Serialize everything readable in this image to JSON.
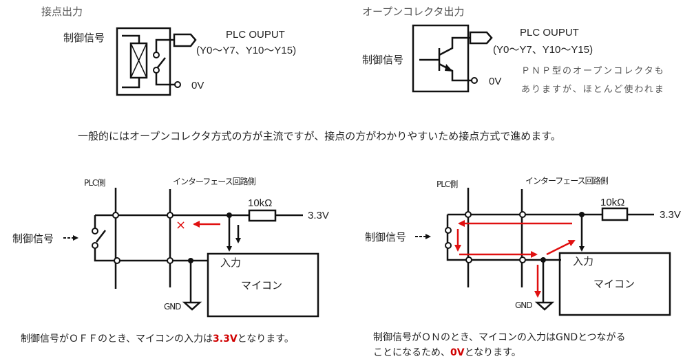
{
  "contact_output": {
    "title": "接点出力",
    "control_signal": "制御信号",
    "plc_output": "PLC OUPUT",
    "range": "(Y0〜Y7、Y10〜Y15)",
    "zero_v": "0V"
  },
  "open_collector_output": {
    "title": "オープンコレクタ出力",
    "control_signal": "制御信号",
    "plc_output": "PLC OUPUT",
    "range": "(Y0〜Y7、Y10〜Y15)",
    "zero_v": "0V",
    "note_line1": "ＰＮＰ型のオープンコレクタも",
    "note_line2": "ありますが、ほとんど使われま"
  },
  "summary": "一般的にはオープンコレクタ方式の方が主流ですが、接点の方がわかりやすいため接点方式で進めます。",
  "off_circuit": {
    "plc_side": "PLC側",
    "interface_side": "インターフェース回路側",
    "resistor": "10kΩ",
    "supply": "3.3V",
    "control_signal": "制御信号",
    "gnd": "GND",
    "input": "入力",
    "mcu": "マイコン",
    "caption_pre": "制御信号がＯＦＦのとき、マイコンの入力は",
    "caption_value": "3.3V",
    "caption_post": "となります。",
    "blocked_mark": "×"
  },
  "on_circuit": {
    "plc_side": "PLC側",
    "interface_side": "インターフェース回路側",
    "resistor": "10kΩ",
    "supply": "3.3V",
    "control_signal": "制御信号",
    "gnd": "GND",
    "input": "入力",
    "mcu": "マイコン",
    "caption_line1": "制御信号がＯＮのとき、マイコンの入力はGNDとつながる",
    "caption_line2_pre": "ことになるため、",
    "caption_value": "0V",
    "caption_post": "となります。"
  },
  "colors": {
    "wire": "#111111",
    "current": "#e01010",
    "highlight": "#d00000"
  }
}
